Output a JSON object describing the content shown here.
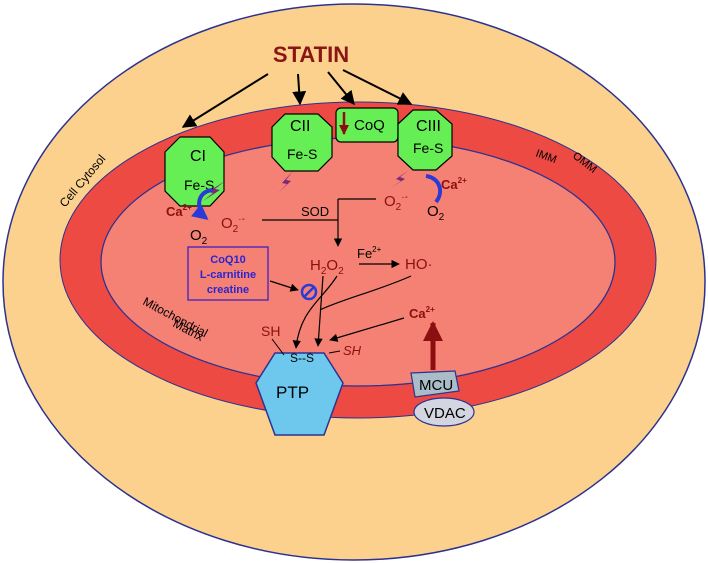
{
  "title": "STATIN",
  "regions": {
    "cytosol": "Cell Cytosol",
    "imm": "IMM",
    "omm": "OMM",
    "matrix_line1": "Mitochondrial",
    "matrix_line2": "Matrix"
  },
  "complexes": {
    "ci": "CI",
    "cii": "CII",
    "ciii": "CIII",
    "coq": "CoQ",
    "fes": "Fe-S"
  },
  "species": {
    "ca": "Ca",
    "ca_charge": "2+",
    "o2": "O",
    "o2_sub": "2",
    "superoxide": "O",
    "superoxide_sub": "2",
    "superoxide_charge": "·-",
    "sod": "SOD",
    "h2o2_h": "H",
    "h2o2_sub1": "2",
    "h2o2_o": "O",
    "h2o2_sub2": "2",
    "fe": "Fe",
    "fe_charge": "2+",
    "hydroxyl": "HO·",
    "sh": "SH",
    "disulfide": "S--S"
  },
  "supplements": [
    "CoQ10",
    "L-carnitine",
    "creatine"
  ],
  "proteins": {
    "ptp": "PTP",
    "mcu": "MCU",
    "vdac": "VDAC"
  },
  "colors": {
    "cytosol": "#fcd18e",
    "omm": "#ee4a44",
    "matrix": "#f48173",
    "membrane_line": "#2c3290",
    "complex": "#66ee55",
    "dark_red": "#8b0f0f",
    "ptp": "#6ec8ee",
    "mcu": "#a9bcc8",
    "vdac": "#d3d6e0",
    "supplement_text": "#2a24d4"
  }
}
